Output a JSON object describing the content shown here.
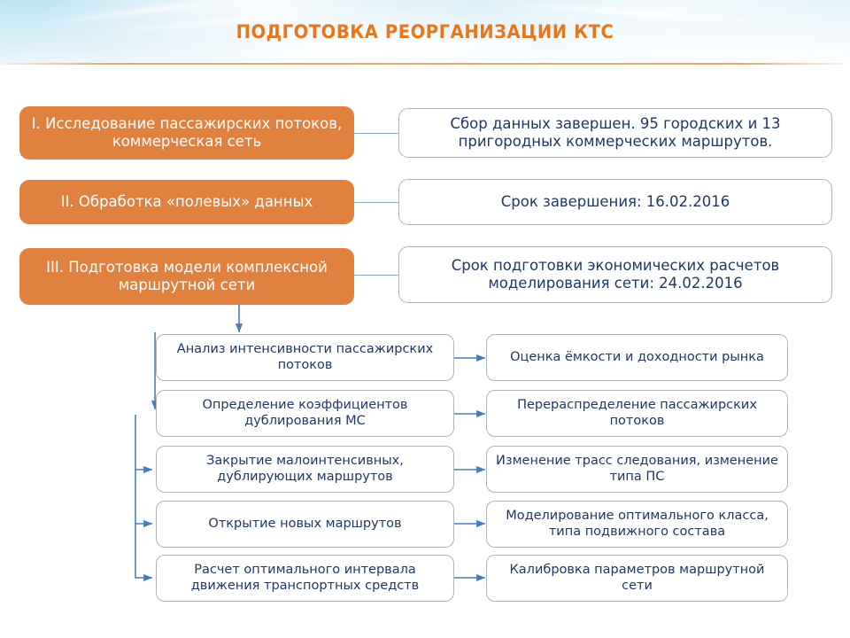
{
  "header": {
    "title": "ПОДГОТОВКА РЕОРГАНИЗАЦИИ КТС",
    "title_color": "#E8761C",
    "rule_color": "#E9A86E",
    "band_colors": [
      "#BFE2F2",
      "#E2F2FA",
      "#FDFEFF"
    ]
  },
  "theme": {
    "stage_fill": "#E0813F",
    "stage_text": "#FFFFFF",
    "note_fill": "#FFFFFF",
    "note_border": "#B3B3B3",
    "note_text": "#1F3864",
    "arrow_color": "#4A7EBB",
    "connector_color": "#8AA8C6"
  },
  "stages": [
    {
      "id": "stage-1",
      "label": "I. Исследование пассажирских потоков, коммерческая сеть",
      "note": "Сбор данных завершен. 95 городских и 13 пригородных коммерческих маршрутов."
    },
    {
      "id": "stage-2",
      "label": "II. Обработка «полевых» данных",
      "note": "Срок завершения: 16.02.2016"
    },
    {
      "id": "stage-3",
      "label": "III.  Подготовка модели комплексной маршрутной сети",
      "note": "Срок подготовки экономических расчетов моделирования сети: 24.02.2016"
    }
  ],
  "tasks": [
    {
      "id": "task-1",
      "left": "Анализ интенсивности пассажирских потоков",
      "right": "Оценка ёмкости и доходности рынка"
    },
    {
      "id": "task-2",
      "left": "Определение коэффициентов дублирования МС",
      "right": "Перераспределение пассажирских потоков"
    },
    {
      "id": "task-3",
      "left": "Закрытие малоинтенсивных, дублирующих маршрутов",
      "right": "Изменение трасс следования, изменение типа ПС"
    },
    {
      "id": "task-4",
      "left": "Открытие новых маршрутов",
      "right": "Моделирование оптимального класса, типа подвижного состава"
    },
    {
      "id": "task-5",
      "left": "Расчет оптимального интервала движения транспортных средств",
      "right": "Калибровка параметров маршрутной сети"
    }
  ]
}
